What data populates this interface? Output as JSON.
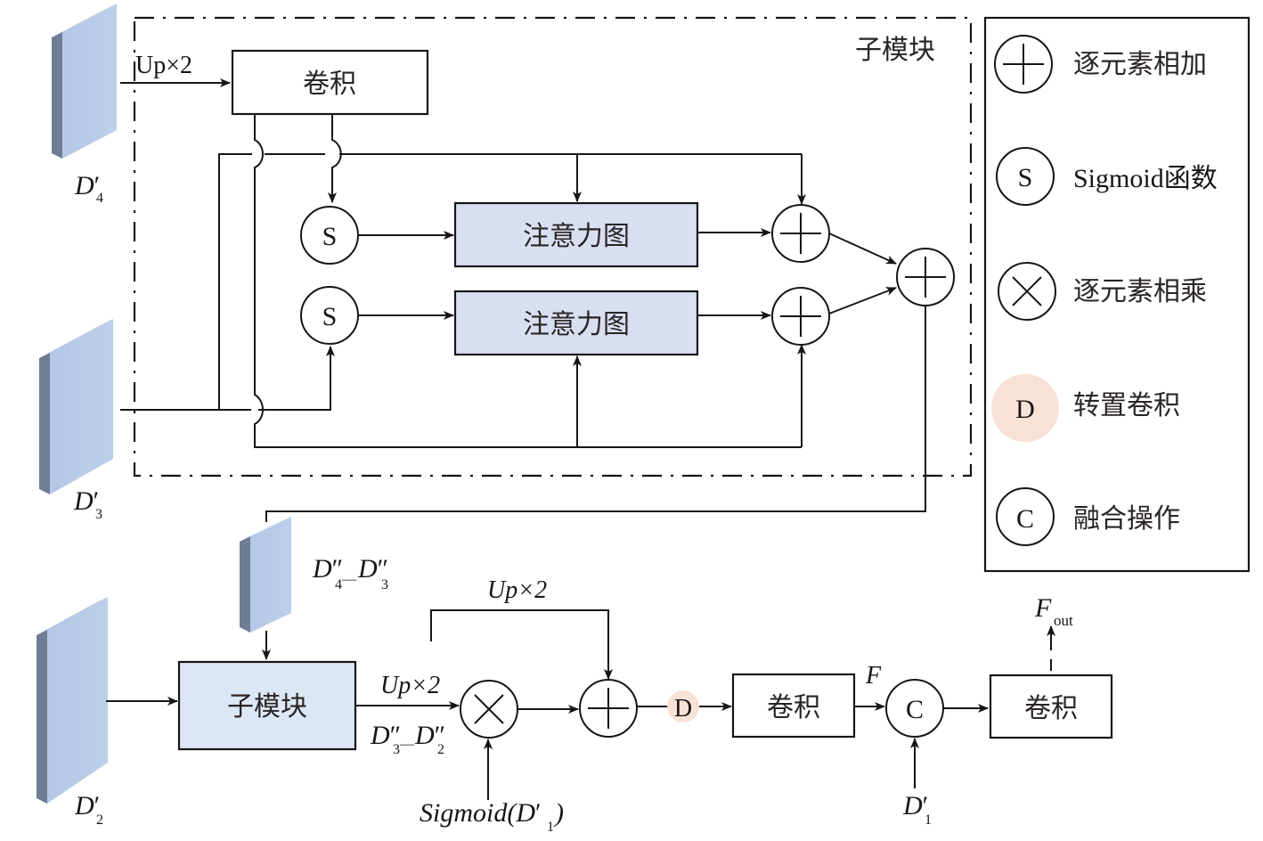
{
  "colors": {
    "line": "#1a1414",
    "attention_fill": "#d8dff0",
    "submodule_fill": "#dce7f5",
    "feature_front": "#b8cbe8",
    "feature_side": "#6e7d95",
    "feature_top": "#8a9ab3",
    "transpose_conv_fill": "#f8e2d6"
  },
  "submodule": {
    "title": "子模块",
    "conv_label": "卷积",
    "up_label": "Up×2",
    "attention_top": "注意力图",
    "attention_bottom": "注意力图",
    "sigmoid_symbol": "S"
  },
  "features": {
    "d4": {
      "base": "D",
      "prime": "′",
      "sub": "4"
    },
    "d3": {
      "base": "D",
      "prime": "′",
      "sub": "3"
    },
    "d2": {
      "base": "D",
      "prime": "′",
      "sub": "2"
    },
    "d1": {
      "base": "D",
      "prime": "′",
      "sub": "1"
    },
    "d43": {
      "a": "D",
      "a_prime": "″",
      "a_sub": "4",
      "sep": "—",
      "b": "D",
      "b_prime": "″",
      "b_sub": "3"
    },
    "d32": {
      "a": "D",
      "a_prime": "″",
      "a_sub": "3",
      "sep": "—",
      "b": "D",
      "b_prime": "″",
      "b_sub": "2"
    }
  },
  "bottom": {
    "submodule_label": "子模块",
    "up_label_1": "Up×2",
    "up_label_2": "Up×2",
    "sigmoid_input": {
      "prefix": "Sigmoid(",
      "base": "D",
      "prime": "′",
      "sub": "1",
      "suffix": ")"
    },
    "transpose_symbol": "D",
    "conv1_label": "卷积",
    "f_label": "F",
    "fusion_symbol": "C",
    "conv2_label": "卷积",
    "output": {
      "base": "F",
      "sub": "out"
    }
  },
  "legend": {
    "items": [
      {
        "symbol": "plus",
        "label": "逐元素相加"
      },
      {
        "symbol": "S",
        "label": "Sigmoid函数"
      },
      {
        "symbol": "times",
        "label": "逐元素相乘"
      },
      {
        "symbol": "D",
        "label": "转置卷积"
      },
      {
        "symbol": "C",
        "label": "融合操作"
      }
    ]
  }
}
